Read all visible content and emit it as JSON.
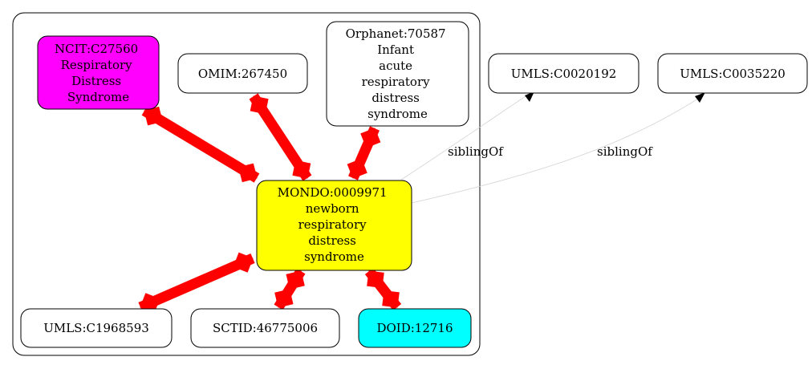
{
  "nodes": {
    "ncit": {
      "lines": [
        "NCIT:C27560",
        "Respiratory",
        "Distress",
        "Syndrome"
      ],
      "fill": "#ff00ff"
    },
    "omim": {
      "lines": [
        "OMIM:267450"
      ],
      "fill": "#ffffff"
    },
    "orphanet": {
      "lines": [
        "Orphanet:70587",
        "Infant",
        "acute",
        "respiratory",
        "distress",
        "syndrome"
      ],
      "fill": "#ffffff"
    },
    "mondo": {
      "lines": [
        "MONDO:0009971",
        "newborn",
        "respiratory",
        "distress",
        "syndrome"
      ],
      "fill": "#ffff00"
    },
    "umls_c1968593": {
      "lines": [
        "UMLS:C1968593"
      ],
      "fill": "#ffffff"
    },
    "sctid": {
      "lines": [
        "SCTID:46775006"
      ],
      "fill": "#ffffff"
    },
    "doid": {
      "lines": [
        "DOID:12716"
      ],
      "fill": "#00ffff"
    },
    "umls_c0020192": {
      "lines": [
        "UMLS:C0020192"
      ],
      "fill": "#ffffff"
    },
    "umls_c0035220": {
      "lines": [
        "UMLS:C0035220"
      ],
      "fill": "#ffffff"
    }
  },
  "edges": {
    "sibling_1": {
      "label": "siblingOf"
    },
    "sibling_2": {
      "label": "siblingOf"
    }
  },
  "colors": {
    "equivalence_edge": "#ff0000",
    "sibling_edge": "#d3d3d3",
    "stroke": "#000000"
  }
}
